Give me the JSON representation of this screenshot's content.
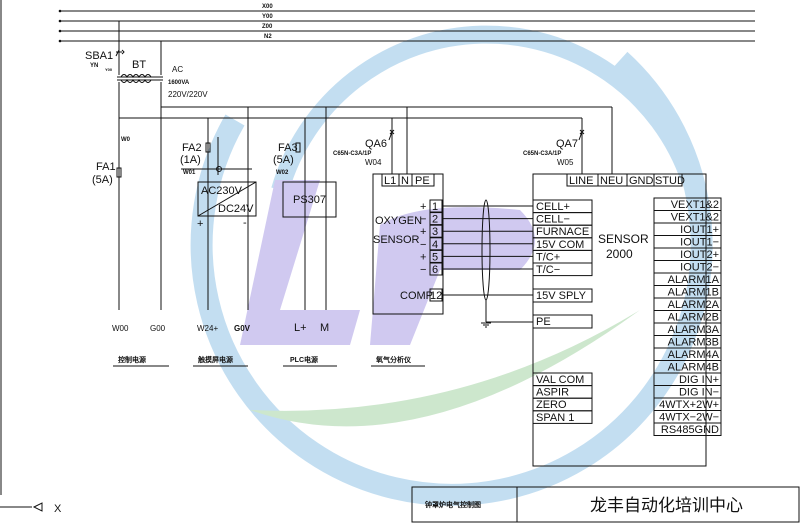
{
  "colors": {
    "line": "#111111",
    "watermark_blue": "#b9d9ef",
    "watermark_purple": "#c8c0ee",
    "watermark_green": "#c5e3c5"
  },
  "buses": [
    "X00",
    "Y00",
    "Z00",
    "N2"
  ],
  "transformer": {
    "switch_label": "SBA1",
    "switch_sub": "YN",
    "switch_wire": "Y00",
    "name": "BT",
    "type": "AC",
    "rating": "1600VA",
    "voltage": "220V/220V"
  },
  "branches": {
    "control": {
      "wire": "W0",
      "fuse": "FA1",
      "fuse_rating": "(5A)",
      "terminal_a": "W00",
      "terminal_b": "G00",
      "caption": "控制电源"
    },
    "touchscreen": {
      "fuse": "FA2",
      "fuse_rating": "(1A)",
      "wire": "W01",
      "converter_in": "AC230V",
      "converter_out": "DC24V",
      "plus": "+",
      "minus": "-",
      "terminal_a": "W24+",
      "terminal_b": "G0V",
      "caption": "触摸屏电源"
    },
    "plc": {
      "fuse": "FA3",
      "fuse_rating": "(5A)",
      "wire": "W02",
      "supply": "PS307",
      "terminal_a": "L+",
      "terminal_b": "M",
      "caption": "PLC电源"
    },
    "analyzer": {
      "caption": "氧气分析仪"
    }
  },
  "breakers": [
    {
      "name": "QA6",
      "model": "C65N-C3A/1P",
      "wire": "W04"
    },
    {
      "name": "QA7",
      "model": "C65N-C3A/1P",
      "wire": "W05"
    }
  ],
  "oxygen_sensor": {
    "title_line1": "OXYGEN",
    "title_line2": "SENSOR",
    "power_terminals": [
      "L1",
      "N",
      "PE"
    ],
    "pins": [
      {
        "sign": "+",
        "num": "1"
      },
      {
        "sign": "−",
        "num": "2"
      },
      {
        "sign": "+",
        "num": "3"
      },
      {
        "sign": "−",
        "num": "4"
      },
      {
        "sign": "+",
        "num": "5"
      },
      {
        "sign": "−",
        "num": "6"
      }
    ],
    "comp_label": "COMP",
    "comp_pin": "12"
  },
  "sensor2000": {
    "title_line1": "SENSOR",
    "title_line2": "2000",
    "power_terminals": [
      "LINE",
      "NEU",
      "GND",
      "STUD"
    ],
    "left_terminals": [
      "CELL+",
      "CELL−",
      "FURNACE",
      "15V COM",
      "T/C+",
      "T/C−"
    ],
    "supply_terminal": "15V SPLY",
    "pe_terminal": "PE",
    "lower_left_terminals": [
      "VAL COM",
      "ASPIR",
      "ZERO",
      "SPAN 1"
    ],
    "right_terminals": [
      "VEXT1&2",
      "VEXT1&2",
      "IOUT1+",
      "IOUT1−",
      "IOUT2+",
      "IOUT2−",
      "ALARM1A",
      "ALARM1B",
      "ALARM2A",
      "ALARM2B",
      "ALARM3A",
      "ALARM3B",
      "ALARM4A",
      "ALARM4B",
      "DIG IN+",
      "DIG IN−",
      "4WTX+2W+",
      "4WTX−2W−",
      "RS485GND"
    ]
  },
  "axis_indicator": "X",
  "title_block": {
    "drawing_name": "钟罩炉电气控制图",
    "organization": "龙丰自动化培训中心"
  }
}
